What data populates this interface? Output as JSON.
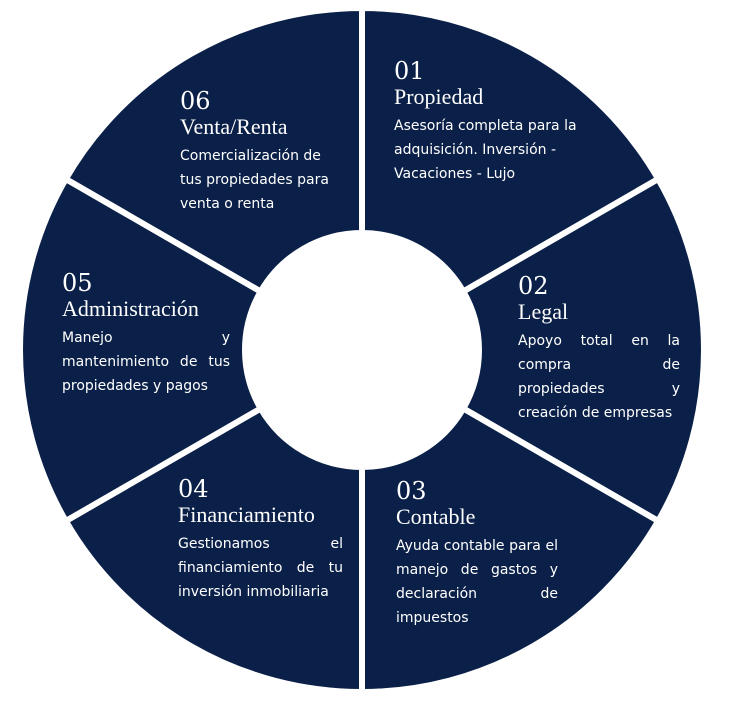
{
  "colors": {
    "segment": "#0b2048",
    "gap": "#ffffff"
  },
  "segments": [
    {
      "number": "01",
      "title": "Propiedad",
      "description": "Asesoría completa para la adquisición. Inversión - Vacaciones - Lujo"
    },
    {
      "number": "02",
      "title": "Legal",
      "description": "Apoyo total en la compra de propiedades y creación de empresas"
    },
    {
      "number": "03",
      "title": "Contable",
      "description": "Ayuda contable para el manejo de gastos y declaración de impuestos"
    },
    {
      "number": "04",
      "title": "Financiamiento",
      "description": "Gestionamos el financiamiento de tu inversión inmobiliaria"
    },
    {
      "number": "05",
      "title": "Administración",
      "description": "Manejo y mantenimiento de tus propiedades y pagos"
    },
    {
      "number": "06",
      "title": "Venta/Renta",
      "description": "Comercialización de tus propiedades para venta o renta"
    }
  ]
}
